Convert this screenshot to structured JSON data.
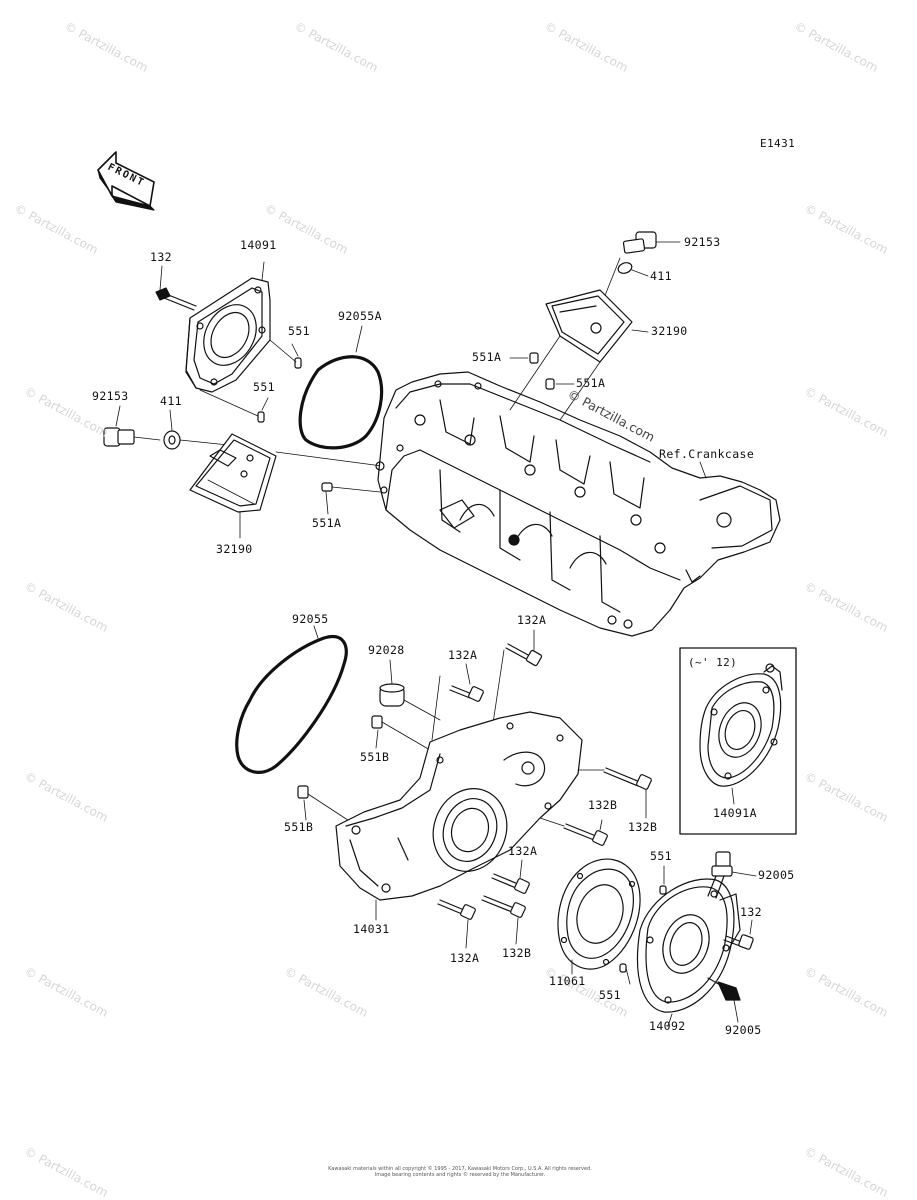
{
  "diagram": {
    "code": "E1431",
    "front_arrow_label": "FRONT",
    "ref_label": "Ref.Crankcase",
    "inset_title": "(~' 12)",
    "main_watermark": "© Partzilla.com",
    "watermark_text": "© Partzilla.com",
    "parts": [
      {
        "id": "p-132-top",
        "text": "132"
      },
      {
        "id": "p-14091",
        "text": "14091"
      },
      {
        "id": "p-551-a",
        "text": "551"
      },
      {
        "id": "p-92055A",
        "text": "92055A"
      },
      {
        "id": "p-551-b",
        "text": "551"
      },
      {
        "id": "p-92153-left",
        "text": "92153"
      },
      {
        "id": "p-411-left",
        "text": "411"
      },
      {
        "id": "p-32190-left",
        "text": "32190"
      },
      {
        "id": "p-551A-left",
        "text": "551A"
      },
      {
        "id": "p-92153-right",
        "text": "92153"
      },
      {
        "id": "p-411-right",
        "text": "411"
      },
      {
        "id": "p-32190-right",
        "text": "32190"
      },
      {
        "id": "p-551A-mid1",
        "text": "551A"
      },
      {
        "id": "p-551A-mid2",
        "text": "551A"
      },
      {
        "id": "p-92055",
        "text": "92055"
      },
      {
        "id": "p-92028",
        "text": "92028"
      },
      {
        "id": "p-132A-1",
        "text": "132A"
      },
      {
        "id": "p-132A-2",
        "text": "132A"
      },
      {
        "id": "p-551B-1",
        "text": "551B"
      },
      {
        "id": "p-551B-2",
        "text": "551B"
      },
      {
        "id": "p-132B-1",
        "text": "132B"
      },
      {
        "id": "p-132B-2",
        "text": "132B"
      },
      {
        "id": "p-132A-3",
        "text": "132A"
      },
      {
        "id": "p-14031",
        "text": "14031"
      },
      {
        "id": "p-132A-4",
        "text": "132A"
      },
      {
        "id": "p-132B-3",
        "text": "132B"
      },
      {
        "id": "p-551-c",
        "text": "551"
      },
      {
        "id": "p-92005-top",
        "text": "92005"
      },
      {
        "id": "p-132-right",
        "text": "132"
      },
      {
        "id": "p-11061",
        "text": "11061"
      },
      {
        "id": "p-551-d",
        "text": "551"
      },
      {
        "id": "p-14092",
        "text": "14092"
      },
      {
        "id": "p-92005-bottom",
        "text": "92005"
      },
      {
        "id": "p-14091A",
        "text": "14091A"
      }
    ],
    "footer": [
      "Kawasaki materials within all copyright © 1995 - 2017, Kawasaki Motors Corp., U.S.A. All rights reserved.",
      "Image bearing contents and rights © reserved by the Manufacturer."
    ]
  }
}
